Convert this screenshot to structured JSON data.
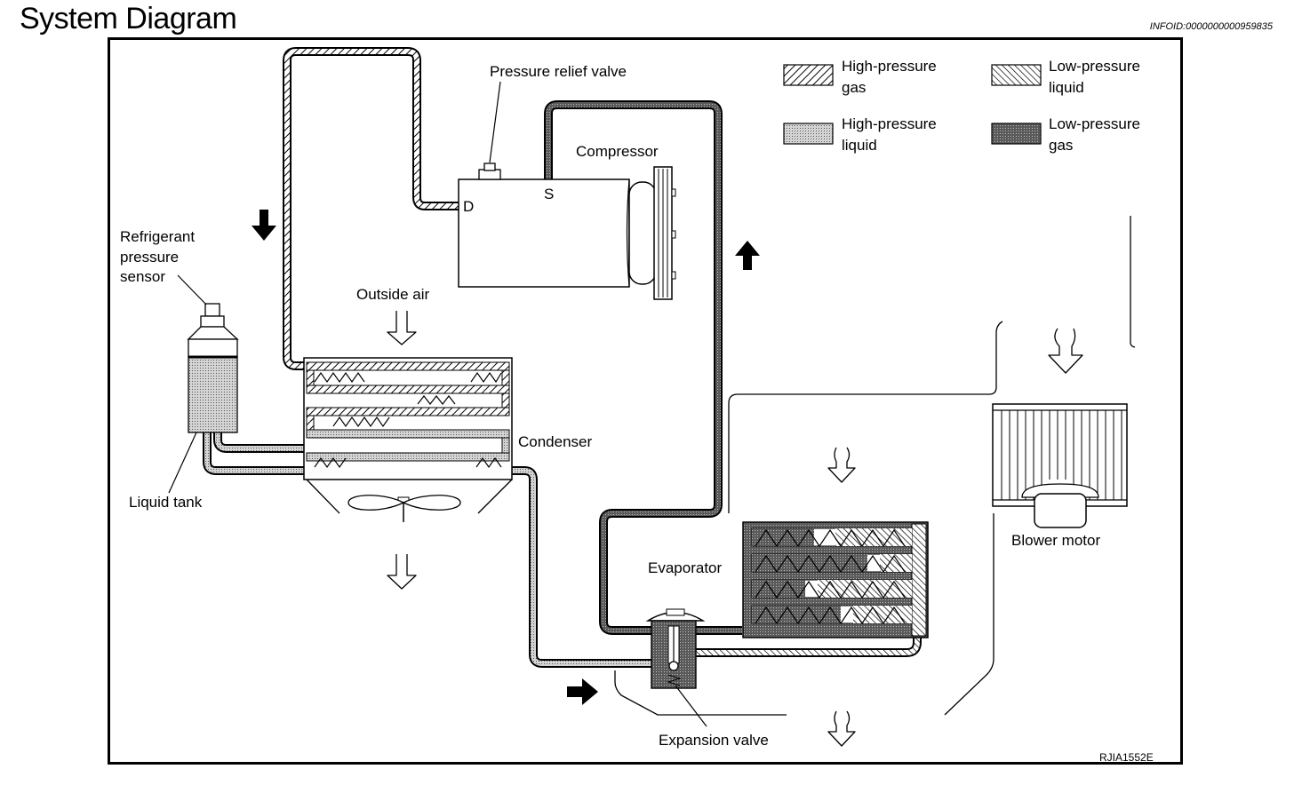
{
  "header": {
    "title": "System Diagram",
    "infoid": "INFOID:0000000000959835"
  },
  "legend": {
    "hp_gas_line1": "High-pressure",
    "hp_gas_line2": "gas",
    "lp_liquid_line1": "Low-pressure",
    "lp_liquid_line2": "liquid",
    "hp_liquid_line1": "High-pressure",
    "hp_liquid_line2": "liquid",
    "lp_gas_line1": "Low-pressure",
    "lp_gas_line2": "gas"
  },
  "labels": {
    "pressure_relief_valve": "Pressure relief valve",
    "compressor": "Compressor",
    "port_d": "D",
    "port_s": "S",
    "sensor_line1": "Refrigerant",
    "sensor_line2": "pressure",
    "sensor_line3": "sensor",
    "outside_air": "Outside air",
    "condenser": "Condenser",
    "liquid_tank": "Liquid tank",
    "evaporator": "Evaporator",
    "blower_motor": "Blower motor",
    "expansion_valve": "Expansion valve",
    "figure_code": "RJIA1552E"
  }
}
